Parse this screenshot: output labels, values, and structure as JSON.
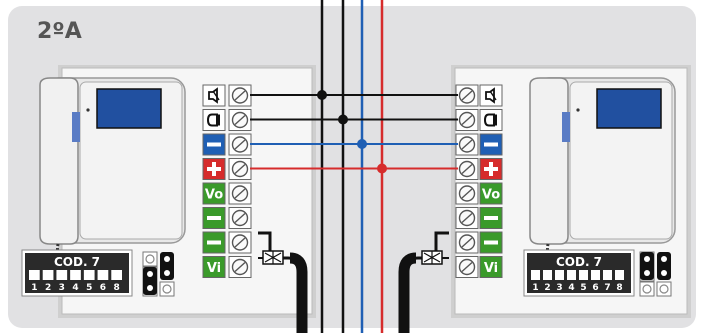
{
  "panel": {
    "label": "2ºA"
  },
  "units": [
    {
      "dip": {
        "label": "COD. 7",
        "numbers": [
          "1",
          "2",
          "3",
          "4",
          "5",
          "6",
          "8"
        ]
      },
      "terminals": [
        {
          "name": "speaker-terminal",
          "kind": "speaker-icon",
          "color": "#ffffff"
        },
        {
          "name": "handset-terminal",
          "kind": "handset-icon",
          "color": "#ffffff"
        },
        {
          "name": "negative-terminal",
          "kind": "minus",
          "color": "#1f5fb4"
        },
        {
          "name": "positive-terminal",
          "kind": "plus",
          "color": "#d62c2c"
        },
        {
          "name": "video-out-terminal",
          "kind": "text",
          "text": "Vo",
          "color": "#3a9a2a"
        },
        {
          "name": "ground-terminal-1",
          "kind": "minus",
          "color": "#3a9a2a"
        },
        {
          "name": "ground-terminal-2",
          "kind": "minus",
          "color": "#3a9a2a"
        },
        {
          "name": "video-in-terminal",
          "kind": "text",
          "text": "Vi",
          "color": "#3a9a2a"
        }
      ]
    },
    {
      "dip": {
        "label": "COD. 7",
        "numbers": [
          "1",
          "2",
          "3",
          "4",
          "5",
          "6",
          "7",
          "8"
        ]
      },
      "terminals": [
        {
          "name": "speaker-terminal",
          "kind": "speaker-icon",
          "color": "#ffffff"
        },
        {
          "name": "handset-terminal",
          "kind": "handset-icon",
          "color": "#ffffff"
        },
        {
          "name": "negative-terminal",
          "kind": "minus",
          "color": "#1f5fb4"
        },
        {
          "name": "positive-terminal",
          "kind": "plus",
          "color": "#d62c2c"
        },
        {
          "name": "video-out-terminal",
          "kind": "text",
          "text": "Vo",
          "color": "#3a9a2a"
        },
        {
          "name": "ground-terminal-1",
          "kind": "minus",
          "color": "#3a9a2a"
        },
        {
          "name": "ground-terminal-2",
          "kind": "minus",
          "color": "#3a9a2a"
        },
        {
          "name": "video-in-terminal",
          "kind": "text",
          "text": "Vi",
          "color": "#3a9a2a"
        }
      ]
    }
  ],
  "bus_colors": [
    "#111111",
    "#111111",
    "#1f5fb4",
    "#d62c2c"
  ],
  "colors": {
    "panel_bg": "#e1e1e3",
    "device_bg": "#f4f4f4",
    "screen": "#2150a0",
    "dip_bg": "#2a2a2a"
  }
}
